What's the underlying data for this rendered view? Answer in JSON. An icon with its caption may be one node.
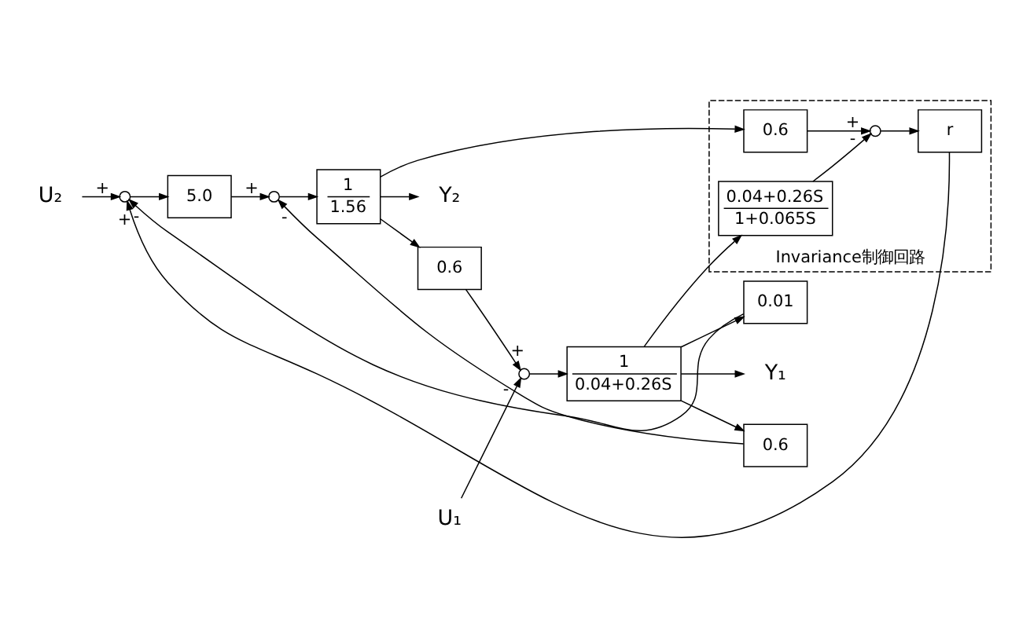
{
  "diagram": {
    "nodes": [
      {
        "text": [
          "U₂"
        ]
      },
      {
        "text": [],
        "shape": "circle"
      },
      {
        "text": [
          "5.0"
        ]
      },
      {
        "text": [],
        "shape": "circle"
      },
      {
        "text": [
          "1",
          "1.56"
        ]
      },
      {
        "text": [
          "Y₂"
        ]
      },
      {
        "text": [
          "0.6"
        ]
      },
      {
        "text": [
          "U₁"
        ]
      },
      {
        "text": [],
        "shape": "circle"
      },
      {
        "text": [
          "1",
          "0.04+0.26S"
        ]
      },
      {
        "text": [
          "Y₁"
        ]
      },
      {
        "text": [
          "0.6"
        ]
      },
      {
        "text": [
          "0.01"
        ]
      },
      {
        "text": [
          "Invariance制御回路"
        ]
      },
      {
        "text": [
          "0.6"
        ],
        "in": 13
      },
      {
        "text": [],
        "shape": "circle",
        "in": 13
      },
      {
        "text": [
          "r"
        ],
        "in": 13
      },
      {
        "text": [
          "0.04+0.26S",
          "1+0.065S"
        ],
        "in": 13
      }
    ],
    "edges": [
      {
        "from": 0,
        "to": 1,
        "arrow": "to",
        "label": "+"
      },
      {
        "from": 1,
        "to": 2,
        "arrow": "to"
      },
      {
        "from": 2,
        "to": 3,
        "arrow": "to",
        "label": "+"
      },
      {
        "from": 3,
        "to": 4,
        "arrow": "to"
      },
      {
        "from": 4,
        "to": 6,
        "arrow": "to"
      },
      {
        "from": 4,
        "to": 5,
        "arrow": "to"
      },
      {
        "from": 4,
        "to": 14,
        "arrow": "to"
      },
      {
        "from": 6,
        "to": 8,
        "arrow": "to",
        "label": "+"
      },
      {
        "from": 7,
        "to": 8,
        "arrow": "to",
        "label": "-"
      },
      {
        "from": 8,
        "to": 9,
        "arrow": "to"
      },
      {
        "from": 9,
        "to": 10,
        "arrow": "to"
      },
      {
        "from": 9,
        "to": 11,
        "arrow": "to"
      },
      {
        "from": 9,
        "to": 12,
        "arrow": "to"
      },
      {
        "from": 9,
        "to": 17,
        "arrow": "to"
      },
      {
        "from": 11,
        "to": 3,
        "arrow": "to",
        "label": "-"
      },
      {
        "from": 12,
        "to": 1,
        "arrow": "to",
        "label": "-"
      },
      {
        "from": 14,
        "to": 15,
        "arrow": "to",
        "label": "+"
      },
      {
        "from": 17,
        "to": 15,
        "arrow": "to",
        "label": "-"
      },
      {
        "from": 15,
        "to": 16,
        "arrow": "to"
      },
      {
        "from": 16,
        "to": 1,
        "arrow": "to",
        "label": "+"
      }
    ]
  }
}
